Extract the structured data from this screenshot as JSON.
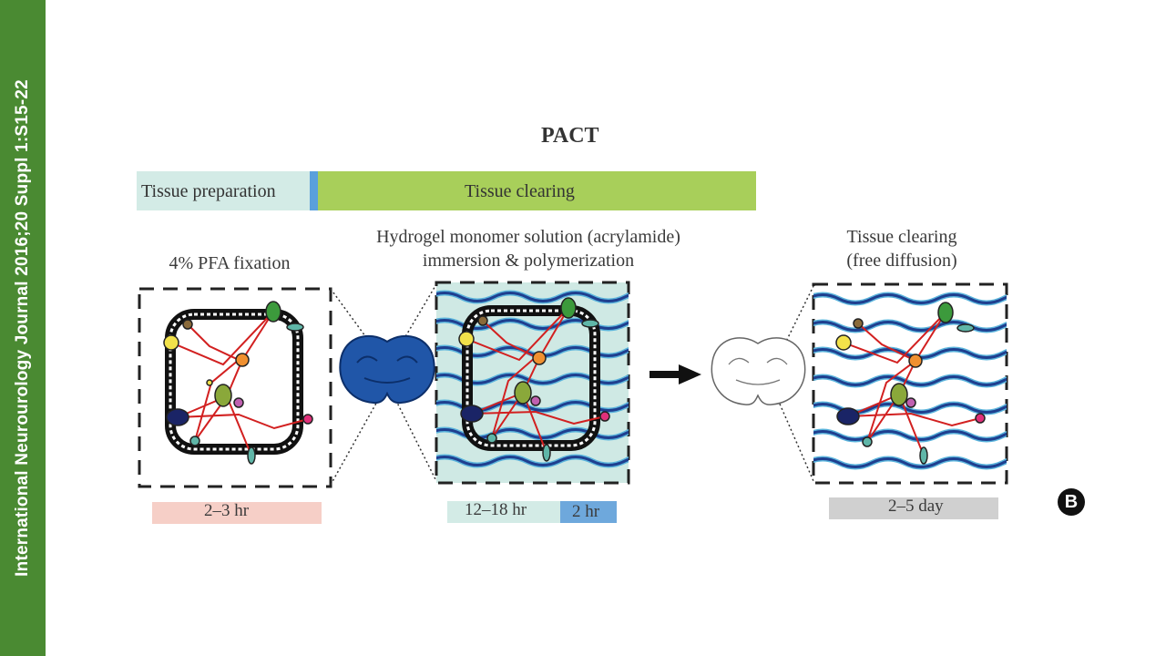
{
  "sidebar": {
    "citation": "International Neurourology Journal 2016;20 Suppl 1:S15-22"
  },
  "figure": {
    "title": "PACT",
    "phase_bar": {
      "preparation_label": "Tissue preparation",
      "clearing_label": "Tissue clearing"
    },
    "steps": [
      {
        "caption_lines": [
          "4% PFA fixation"
        ],
        "duration": "2–3 hr"
      },
      {
        "caption_lines": [
          "Hydrogel monomer solution (acrylamide)",
          "immersion & polymerization"
        ],
        "duration": "12–18 hr",
        "duration_extra": "2 hr"
      },
      {
        "caption_lines": [
          "Tissue clearing",
          "(free diffusion)"
        ],
        "duration": "2–5 day"
      }
    ],
    "panel_label": "B"
  },
  "colors": {
    "sidebar": "#4a8a32",
    "prep_bar": "#d3ebe6",
    "clearing_bar": "#a8cf5a",
    "hydrogel_wave": "#1f3f8f",
    "duration_prep": "#f6cfc7",
    "duration_hydrogel": "#d3ebe6",
    "duration_blue": "#6ea8dc",
    "duration_clear": "#d0d0d0"
  }
}
